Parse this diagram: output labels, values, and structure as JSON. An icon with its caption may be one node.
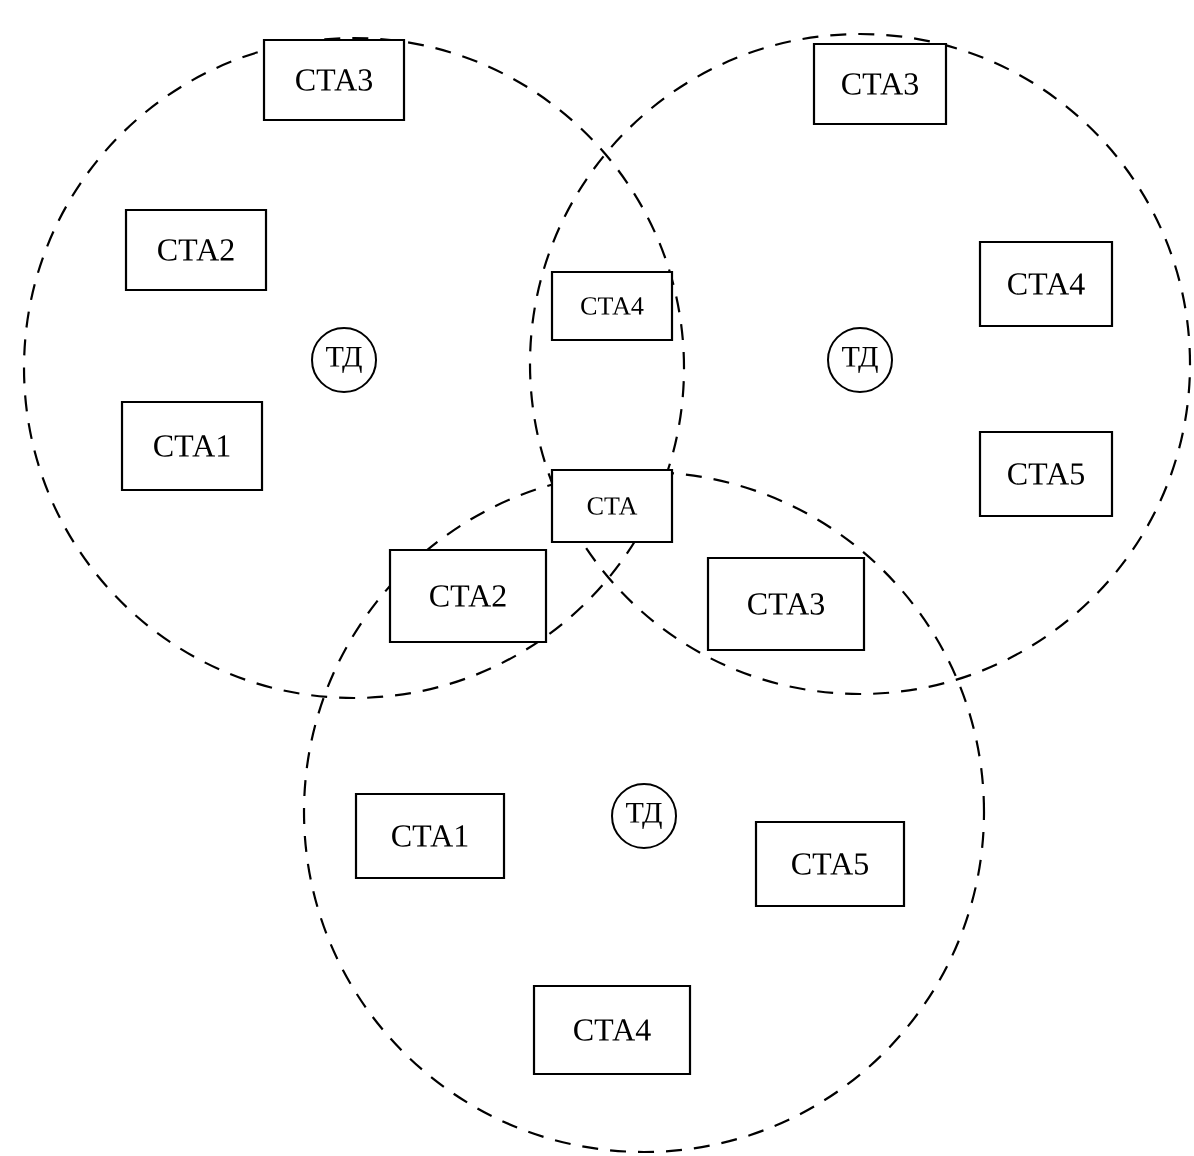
{
  "diagram": {
    "nodes": [
      {
        "text": [],
        "shape": "circle"
      },
      {
        "text": [],
        "shape": "circle"
      },
      {
        "text": [],
        "shape": "circle"
      },
      {
        "text": [
          "СТА3"
        ],
        "in": 0
      },
      {
        "text": [
          "СТА3"
        ],
        "in": 1
      },
      {
        "text": [
          "СТА2"
        ],
        "in": 0
      },
      {
        "text": [
          "СТА4"
        ],
        "in": 1
      },
      {
        "text": [
          "СТА4"
        ]
      },
      {
        "text": [
          "ТД"
        ],
        "in": 0
      },
      {
        "text": [
          "ТД"
        ],
        "in": 1
      },
      {
        "text": [
          "СТА1"
        ],
        "in": 0
      },
      {
        "text": [
          "СТА5"
        ],
        "in": 1
      },
      {
        "text": [
          "СТА"
        ]
      },
      {
        "text": [
          "СТА2"
        ]
      },
      {
        "text": [
          "СТА3"
        ]
      },
      {
        "text": [
          "ТД"
        ],
        "in": 2
      },
      {
        "text": [
          "СТА1"
        ],
        "in": 2
      },
      {
        "text": [
          "СТА5"
        ],
        "in": 2
      },
      {
        "text": [
          "СТА4"
        ],
        "in": 2
      }
    ]
  }
}
